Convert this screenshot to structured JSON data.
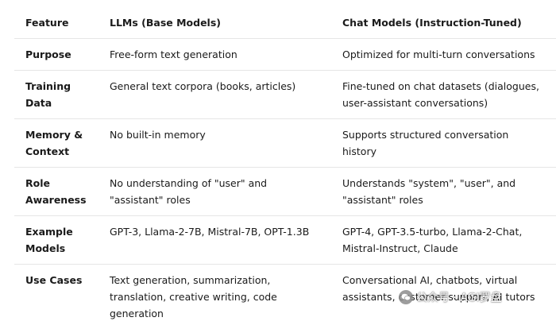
{
  "table": {
    "headers": [
      "Feature",
      "LLMs (Base Models)",
      "Chat Models (Instruction-Tuned)"
    ],
    "rows": [
      [
        "Purpose",
        "Free-form text generation",
        "Optimized for multi-turn conversations"
      ],
      [
        "Training Data",
        "General text corpora (books, articles)",
        "Fine-tuned on chat datasets (dialogues, user-assistant conversations)"
      ],
      [
        "Memory & Context",
        "No built-in memory",
        "Supports structured conversation history"
      ],
      [
        "Role Awareness",
        "No understanding of \"user\" and \"assistant\" roles",
        "Understands \"system\", \"user\", and \"assistant\" roles"
      ],
      [
        "Example Models",
        "GPT-3, Llama-2-7B, Mistral-7B, OPT-1.3B",
        "GPT-4, GPT-3.5-turbo, Llama-2-Chat, Mistral-Instruct, Claude"
      ],
      [
        "Use Cases",
        "Text generation, summarization, translation, creative writing, code generation",
        "Conversational AI, chatbots, virtual assistants, customer support, AI tutors"
      ]
    ]
  },
  "watermark": {
    "text": "公众号 · AGI罗盘",
    "icon": "wechat-icon"
  }
}
